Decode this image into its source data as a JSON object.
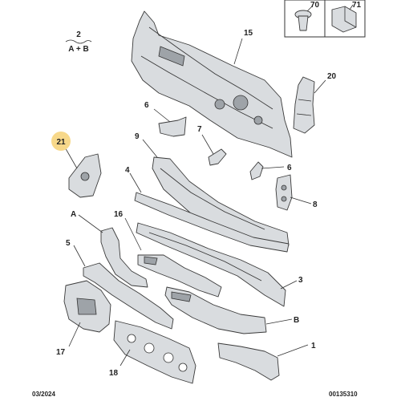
{
  "labels": {
    "p1": "1",
    "p2": "2",
    "p3": "3",
    "p4": "4",
    "p5": "5",
    "p6a": "6",
    "p6b": "6",
    "p7": "7",
    "p8": "8",
    "p9": "9",
    "p15": "15",
    "p16": "16",
    "p17": "17",
    "p18": "18",
    "p20": "20",
    "p21": "21",
    "p70": "70",
    "p71": "71",
    "pA": "A",
    "pB": "B"
  },
  "legend": {
    "top": "2",
    "bottom": "A + B"
  },
  "footer": {
    "date": "03/2024",
    "ref": "00135310"
  },
  "highlight_color": "#f7d88a"
}
